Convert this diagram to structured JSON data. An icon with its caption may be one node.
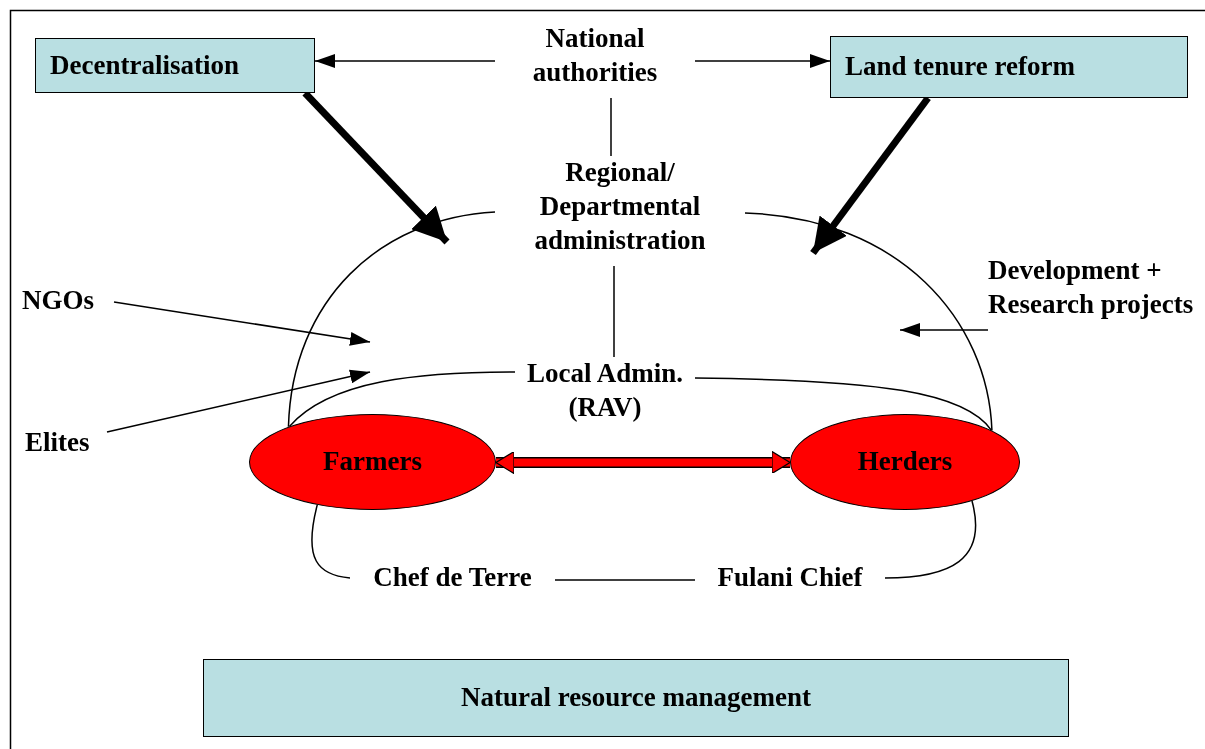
{
  "diagram": {
    "nodes": [
      {
        "text": [
          "Decentralisation"
        ]
      },
      {
        "text": [
          "National authorities"
        ]
      },
      {
        "text": [
          "Land tenure reform"
        ]
      },
      {
        "text": [
          "Regional/ Departmental administration"
        ]
      },
      {
        "text": [
          "NGOs"
        ]
      },
      {
        "text": [
          "Local Admin. (RAV)"
        ]
      },
      {
        "text": [
          "Development + Research projects"
        ]
      },
      {
        "text": [
          "Elites"
        ]
      },
      {
        "text": [
          "Farmers"
        ]
      },
      {
        "text": [
          "Herders"
        ]
      },
      {
        "text": [
          "Chef de Terre"
        ]
      },
      {
        "text": [
          "Fulani Chief"
        ]
      },
      {
        "text": [
          "Natural resource management"
        ]
      }
    ],
    "edges": [
      {
        "from": 1,
        "to": 0,
        "arrow": "to"
      },
      {
        "from": 1,
        "to": 2,
        "arrow": "to"
      },
      {
        "from": 1,
        "to": 3,
        "arrow": "none"
      },
      {
        "from": 3,
        "to": 5,
        "arrow": "none"
      },
      {
        "from": 0,
        "to": null,
        "arrow": "to",
        "style": "thick"
      },
      {
        "from": 2,
        "to": null,
        "arrow": "to",
        "style": "thick"
      },
      {
        "from": 4,
        "to": null,
        "arrow": "to"
      },
      {
        "from": 7,
        "to": null,
        "arrow": "to"
      },
      {
        "from": 6,
        "to": null,
        "arrow": "to"
      },
      {
        "from": 8,
        "to": 9,
        "arrow": "both",
        "style": "thick",
        "color": "#ff0000"
      },
      {
        "from": 8,
        "to": 3,
        "arrow": "none"
      },
      {
        "from": 3,
        "to": 9,
        "arrow": "none"
      },
      {
        "from": 8,
        "to": 5,
        "arrow": "none"
      },
      {
        "from": 5,
        "to": 9,
        "arrow": "none"
      },
      {
        "from": 8,
        "to": 10,
        "arrow": "none"
      },
      {
        "from": 9,
        "to": 11,
        "arrow": "none"
      },
      {
        "from": 10,
        "to": 11,
        "arrow": "none"
      }
    ]
  }
}
